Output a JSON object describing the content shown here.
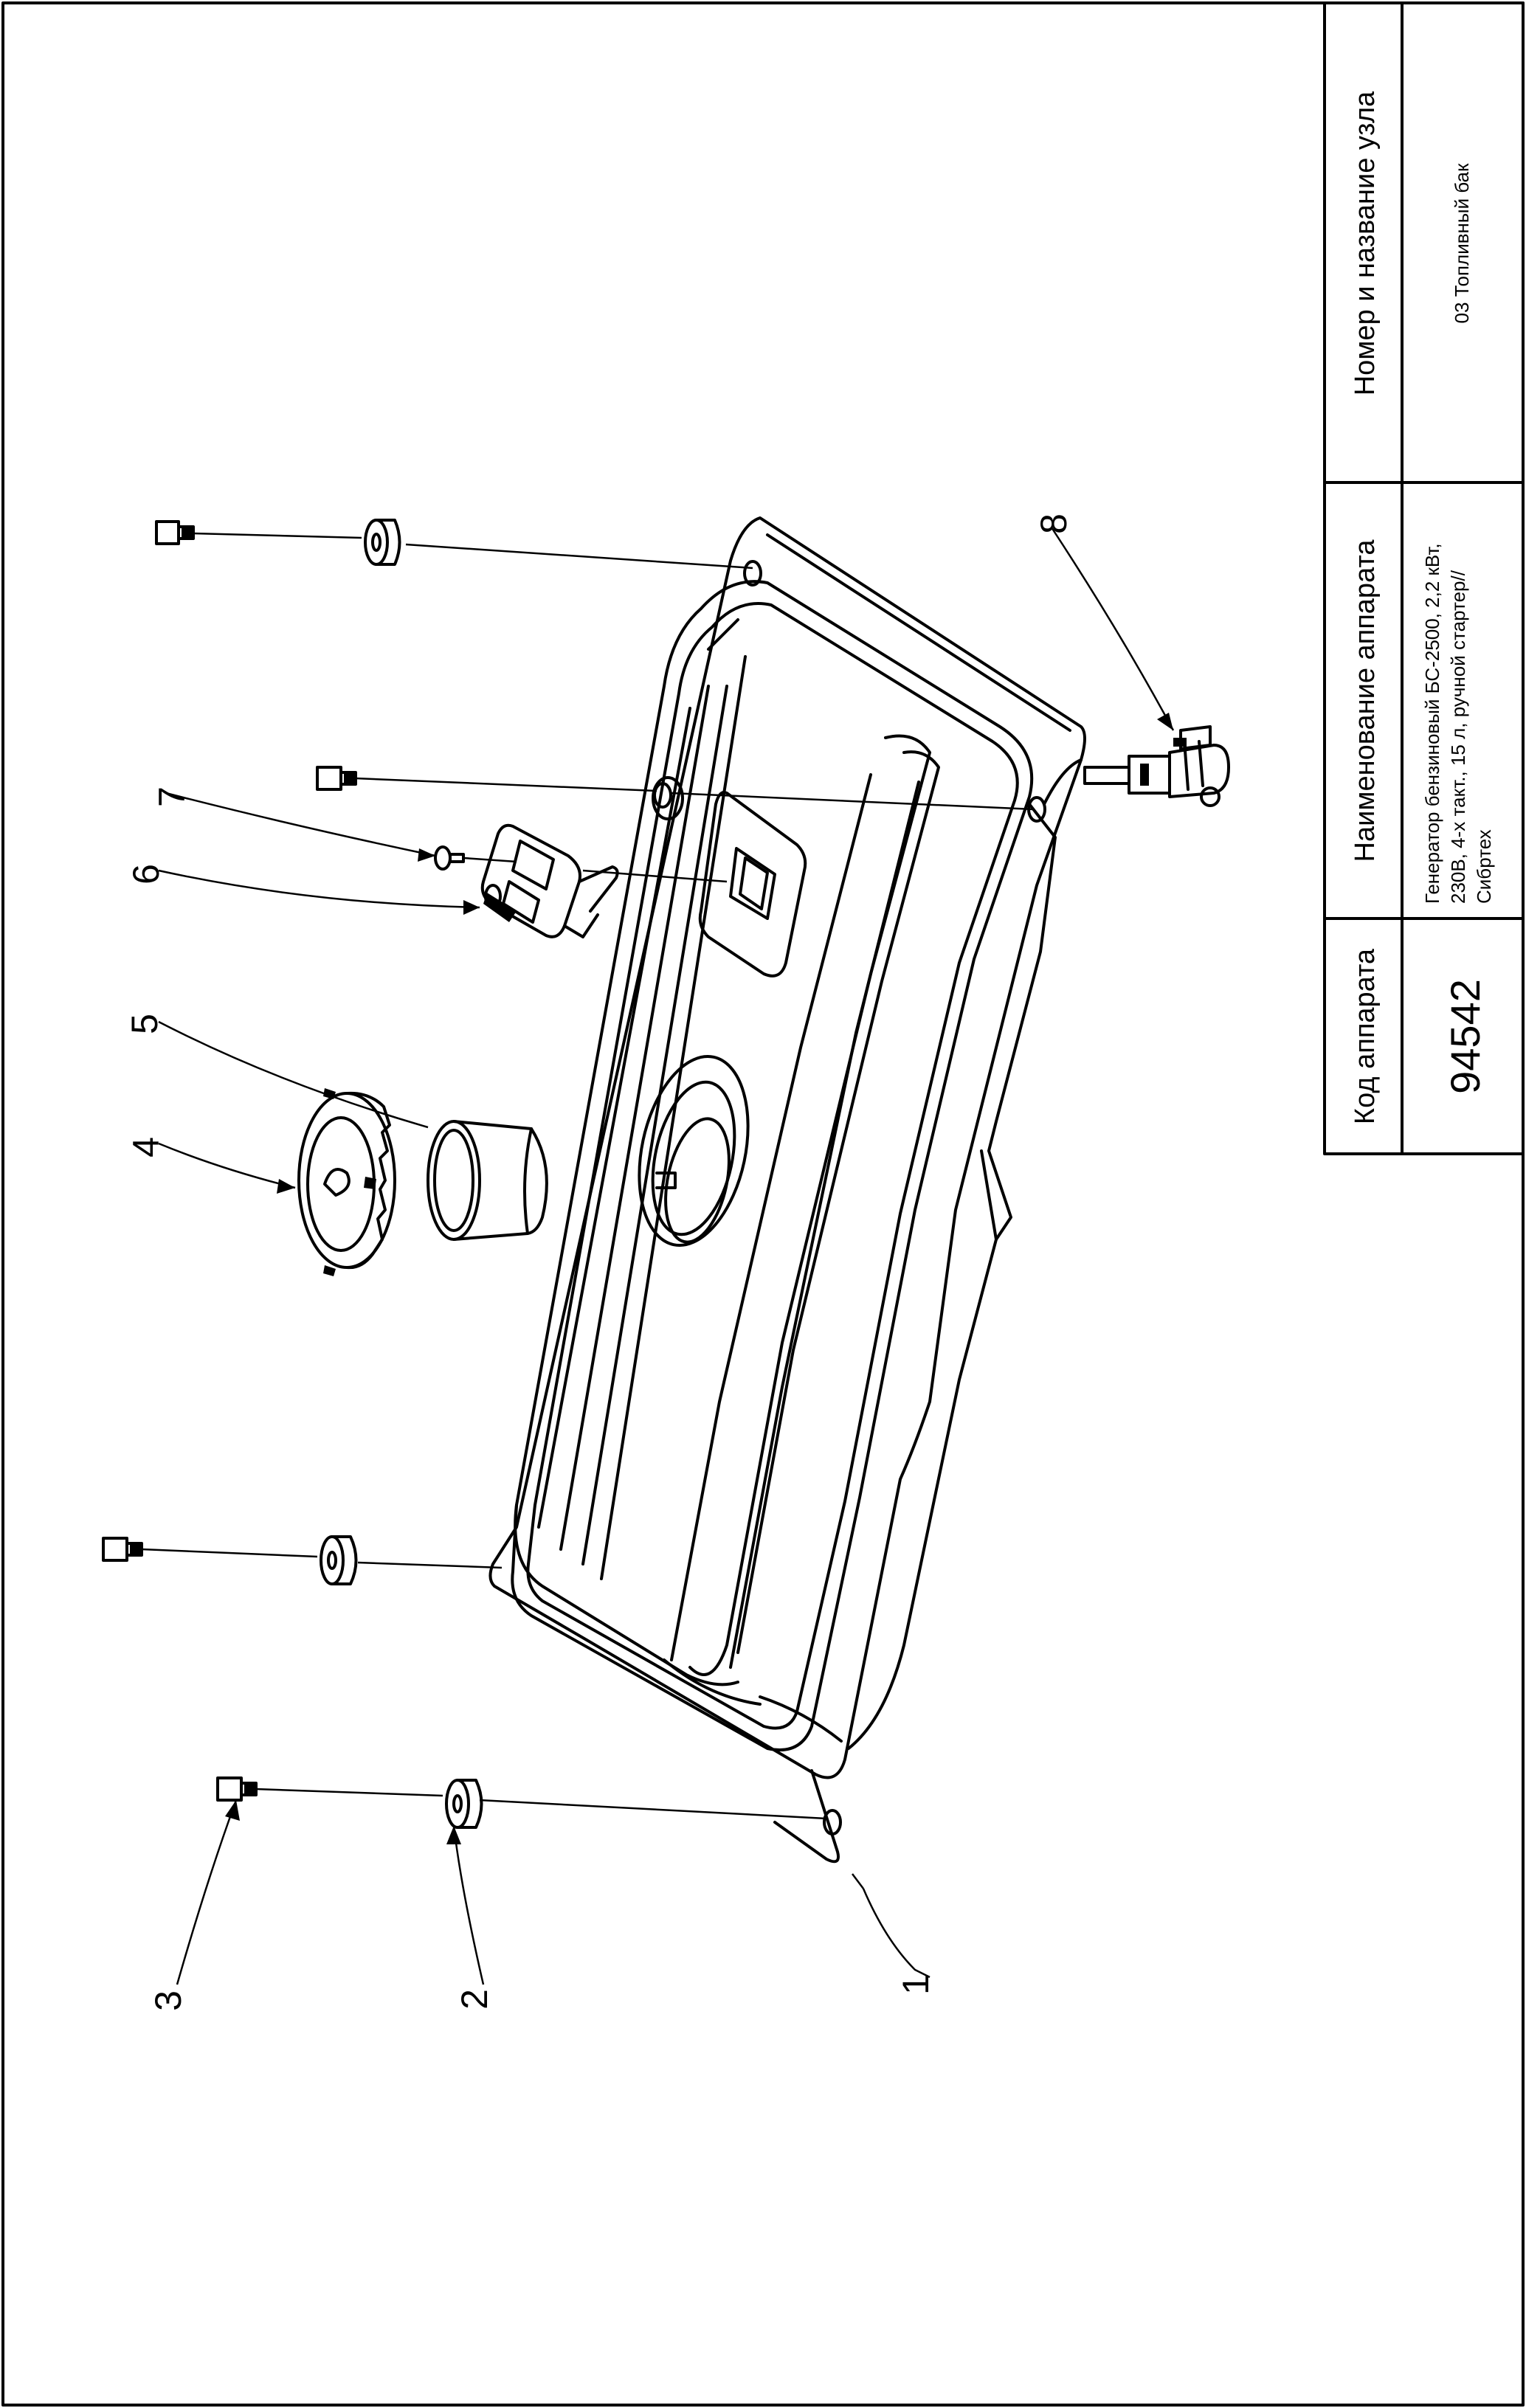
{
  "callouts": [
    "1",
    "2",
    "3",
    "4",
    "5",
    "6",
    "7",
    "8"
  ],
  "title_block": {
    "col_code_header": "Код аппарата",
    "col_apparatus_header": "Наименование аппарата",
    "col_node_header": "Номер и название узла",
    "code_value": "94542",
    "apparatus_line1": "Генератор бензиновый БС-2500, 2,2 кВт,",
    "apparatus_line2": "230В, 4-х такт., 15 л, ручной стартер//",
    "apparatus_line3": "Сибртех",
    "node_value": "03 Топливный бак"
  },
  "colors": {
    "ink": "#000000",
    "paper": "#ffffff"
  }
}
